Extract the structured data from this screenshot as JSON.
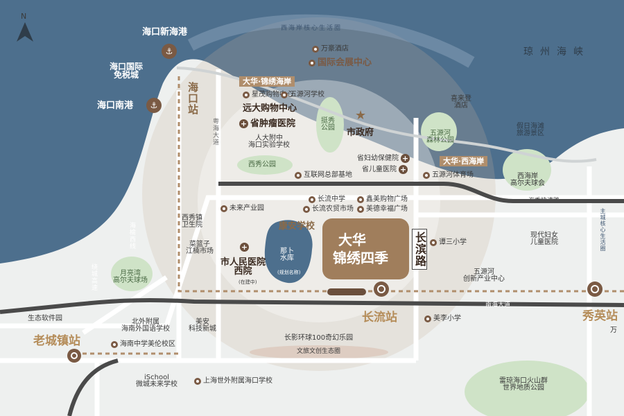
{
  "colors": {
    "sea": "#4d6f8d",
    "land": "#eef0ef",
    "road_dark": "#4a4a4a",
    "accent": "#b08e6c",
    "green": "#cfe3c7"
  },
  "compass": {
    "label": "N",
    "icon": "north-arrow-icon"
  },
  "water": {
    "sea_label": "琼州海峡",
    "lake_name": "那卜\n水库",
    "lake_note": "(规划名称)"
  },
  "project": {
    "name_line1": "大华",
    "name_line2": "锦绣四季"
  },
  "labels": {
    "coastal_corridor": "西海岸核心生活圈",
    "haikou_new_port": "海口新海港",
    "duty_free": "海口国际\n免税城",
    "haikou_south_port": "海口南港",
    "haikou_station": "海口站",
    "wanxin_hotel": "万豪酒店",
    "convention_center": "国际会展中心",
    "dahua_jinxiu_haian": "大华·锦绣海岸",
    "xingmao_mall": "星茂购物中心",
    "wuyuanhe_school": "五源河学校",
    "yuanda_mall": "远大购物中心",
    "tumor_hospital": "省肿瘤医院",
    "renda_school": "人大附中\n海口实验学校",
    "tingxiu_park": "挺秀\n公园",
    "city_government": "市政府",
    "xixiu_park": "西秀公园",
    "internet_base": "互联网总部基地",
    "maternal_hospital": "省妇幼保健院",
    "children_hospital": "省儿童医院",
    "xilaideng_hotel": "喜来登\n酒店",
    "wuyuanhe_forest_park": "五源河\n森林公园",
    "dahua_xihaian": "大华·西海岸",
    "wuyuanhe_stadium": "五源河体育场",
    "holiday_beach": "假日海滩\n旅游景区",
    "xihaian_golf": "西海岸\n高尔夫球会",
    "haixiu_expressway": "海秀快速路",
    "yuehai_avenue": "粤海大道",
    "weilai_industry": "未来产业园",
    "changliu_middle": "长流中学",
    "changliu_market": "长流农贸市场",
    "xinmei_plaza": "鑫美购物广场",
    "meide_plaza": "美德幸福广场",
    "kangan_school": "康安学校",
    "xixiu_health": "西秀镇\n卫生院",
    "caihuazi_market": "菜篮子\n江楠市场",
    "west_hospital": "市人民医院\n西院",
    "west_hospital_note": "(在建中)",
    "changbin_road": "长滨路",
    "tansan_school": "谭三小学",
    "modern_children_hospital": "现代妇女\n儿童医院",
    "wuyuanhe_innovation": "五源河\n创新产业中心",
    "haiyu_west_road": "海榆西线",
    "yuehai_bay_golf": "月亮湾\n高尔夫球场",
    "ruoshan": "绕城高速",
    "nanhai_avenue": "南海大道",
    "changliu_station": "长流站",
    "xiuying_station": "秀英站",
    "meili_school": "美李小学",
    "eco_software_park": "生态软件园",
    "beiwai_school": "北外附属\n海南外国语学校",
    "haizhong_meilun": "海南中学美伦校区",
    "meian_tech_town": "美安\n科技新城",
    "laochengzhen_station": "老城镇站",
    "changying_park": "长影环球100奇幻乐园",
    "culture_tourism_circle": "文旅文创生态圈",
    "ischool": "iSchool\n微城未来学校",
    "shanghai_school": "上海世外附属海口学校",
    "leiqiong_park": "雷琼海口火山群\n世界地质公园",
    "main_city_circle": "主城核心生活圈",
    "wan_cut": "万"
  }
}
